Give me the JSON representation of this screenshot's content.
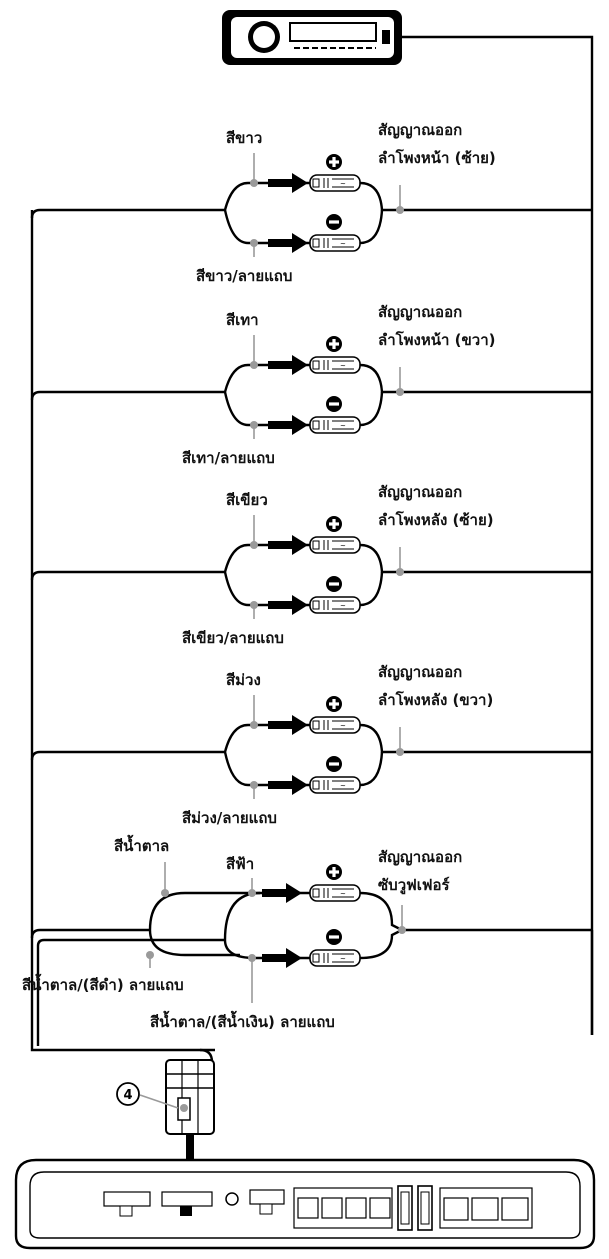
{
  "groups": [
    {
      "plus_label": "สีขาว",
      "minus_label": "สีขาว/ลายแถบ",
      "output_line1": "สัญญาณออก",
      "output_line2": "ลำโพงหน้า (ซ้าย)"
    },
    {
      "plus_label": "สีเทา",
      "minus_label": "สีเทา/ลายแถบ",
      "output_line1": "สัญญาณออก",
      "output_line2": "ลำโพงหน้า (ขวา)"
    },
    {
      "plus_label": "สีเขียว",
      "minus_label": "สีเขียว/ลายแถบ",
      "output_line1": "สัญญาณออก",
      "output_line2": "ลำโพงหลัง (ซ้าย)"
    },
    {
      "plus_label": "สีม่วง",
      "minus_label": "สีม่วง/ลายแถบ",
      "output_line1": "สัญญาณออก",
      "output_line2": "ลำโพงหลัง (ขวา)"
    }
  ],
  "sub": {
    "left_plus_label": "สีน้ำตาล",
    "right_plus_label": "สีฟ้า",
    "left_minus_label": "สีน้ำตาล/(สีดำ) ลายแถบ",
    "right_minus_label": "สีน้ำตาล/(สีน้ำเงิน) ลายแถบ",
    "output_line1": "สัญญาณออก",
    "output_line2": "ซับวูฟเฟอร์"
  },
  "connector_callout": "4",
  "symbols": {
    "plus": "+",
    "minus": "−"
  }
}
